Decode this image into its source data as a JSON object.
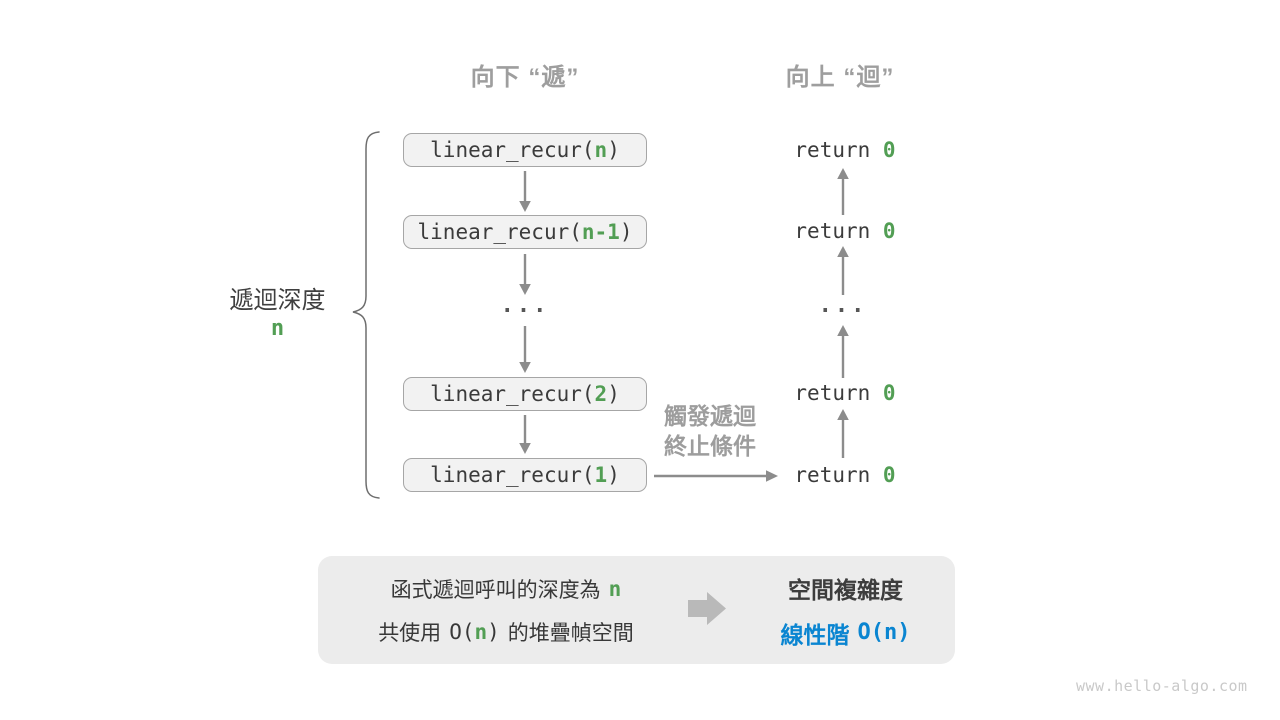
{
  "colors": {
    "green_accent": "#529e54",
    "blue_accent": "#0a85d1",
    "gray_label": "#9e9e9e",
    "box_fill": "#f2f2f2",
    "box_border": "#a6a6a6",
    "arrow": "#8c8c8c",
    "summary_bg": "#ececec",
    "code_text": "#3b3b3b",
    "watermark": "#c9c9c9"
  },
  "headers": {
    "descend": "向下 “遞”",
    "ascend": "向上 “迴”"
  },
  "depth_label": {
    "text": "遞迴深度",
    "value": "n"
  },
  "call_stack": {
    "boxes": [
      {
        "pre": "linear_recur(",
        "arg": "n",
        "post": ")"
      },
      {
        "pre": "linear_recur(",
        "arg": "n-1",
        "post": ")"
      },
      {
        "pre": "linear_recur(",
        "arg": "2",
        "post": ")"
      },
      {
        "pre": "linear_recur(",
        "arg": "1",
        "post": ")"
      }
    ],
    "ellipsis": "..."
  },
  "returns": {
    "rows": [
      {
        "pre": "return ",
        "val": "0"
      },
      {
        "pre": "return ",
        "val": "0"
      },
      {
        "pre": "return ",
        "val": "0"
      },
      {
        "pre": "return ",
        "val": "0"
      }
    ],
    "ellipsis": "..."
  },
  "trigger_label": {
    "line1": "觸發遞迴",
    "line2": "終止條件"
  },
  "summary": {
    "left": {
      "line1_text": "函式遞迴呼叫的深度為",
      "line1_value": "n",
      "line2_pre": "共使用",
      "line2_code_open": "O(",
      "line2_code_arg": "n",
      "line2_code_close": ")",
      "line2_post": "的堆疊幀空間"
    },
    "right": {
      "title": "空間複雜度",
      "result_label": "線性階",
      "result_value": "O(n)"
    }
  },
  "watermark": "www.hello-algo.com"
}
